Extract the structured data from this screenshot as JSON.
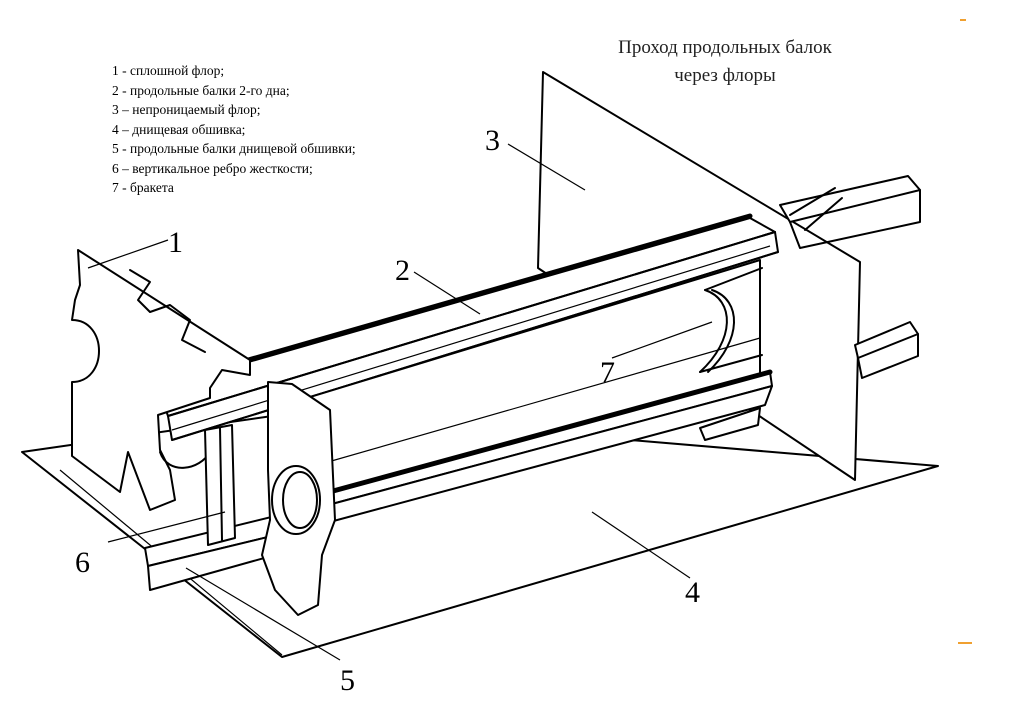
{
  "title": {
    "line1": "Проход продольных балок",
    "line2": "через флоры"
  },
  "legend": [
    "1 - сплошной флор;",
    "2 - продольные балки 2-го дна;",
    "3 – непроницаемый флор;",
    "4 – днищевая обшивка;",
    "5 - продольные балки днищевой обшивки;",
    "6 – вертикальное ребро жесткости;",
    "7 - бракета"
  ],
  "callouts": [
    "1",
    "2",
    "3",
    "4",
    "5",
    "6",
    "7"
  ],
  "colors": {
    "line": "#000000",
    "background": "#ffffff",
    "accent_marks": "#f0a030"
  }
}
